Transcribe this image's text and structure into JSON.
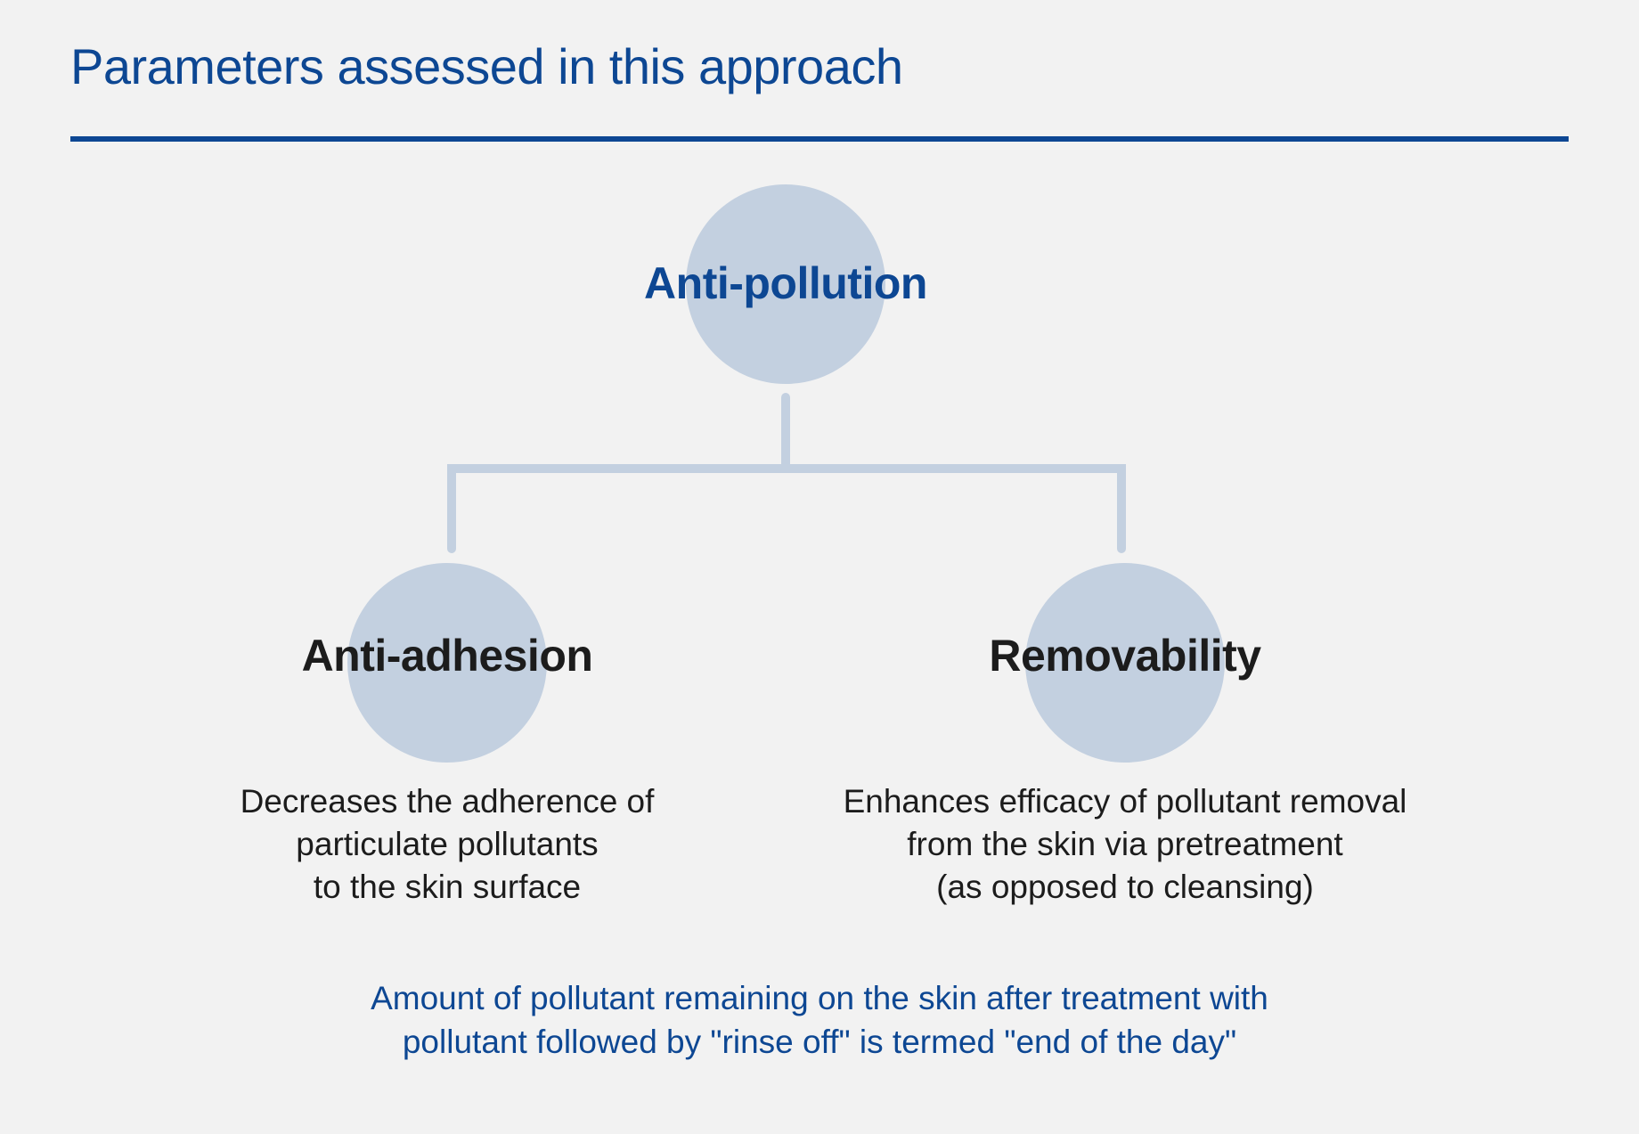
{
  "header": {
    "title": "Parameters assessed in this approach"
  },
  "diagram": {
    "root": {
      "label": "Anti-pollution"
    },
    "children": [
      {
        "label": "Anti-adhesion",
        "description": "Decreases the adherence of\nparticulate pollutants\nto the skin surface"
      },
      {
        "label": "Removability",
        "description": "Enhances efficacy of pollutant removal\nfrom the skin via pretreatment\n(as opposed to cleansing)"
      }
    ]
  },
  "footnote": {
    "text": "Amount of pollutant remaining on the skin after treatment with\npollutant followed by \"rinse off\" is termed \"end of the day\""
  },
  "colors": {
    "accent": "#0d4793",
    "node_fill": "#c3d0e0",
    "connector": "#c3d0e0",
    "background": "#f2f2f2",
    "text": "#1c1c1c"
  }
}
